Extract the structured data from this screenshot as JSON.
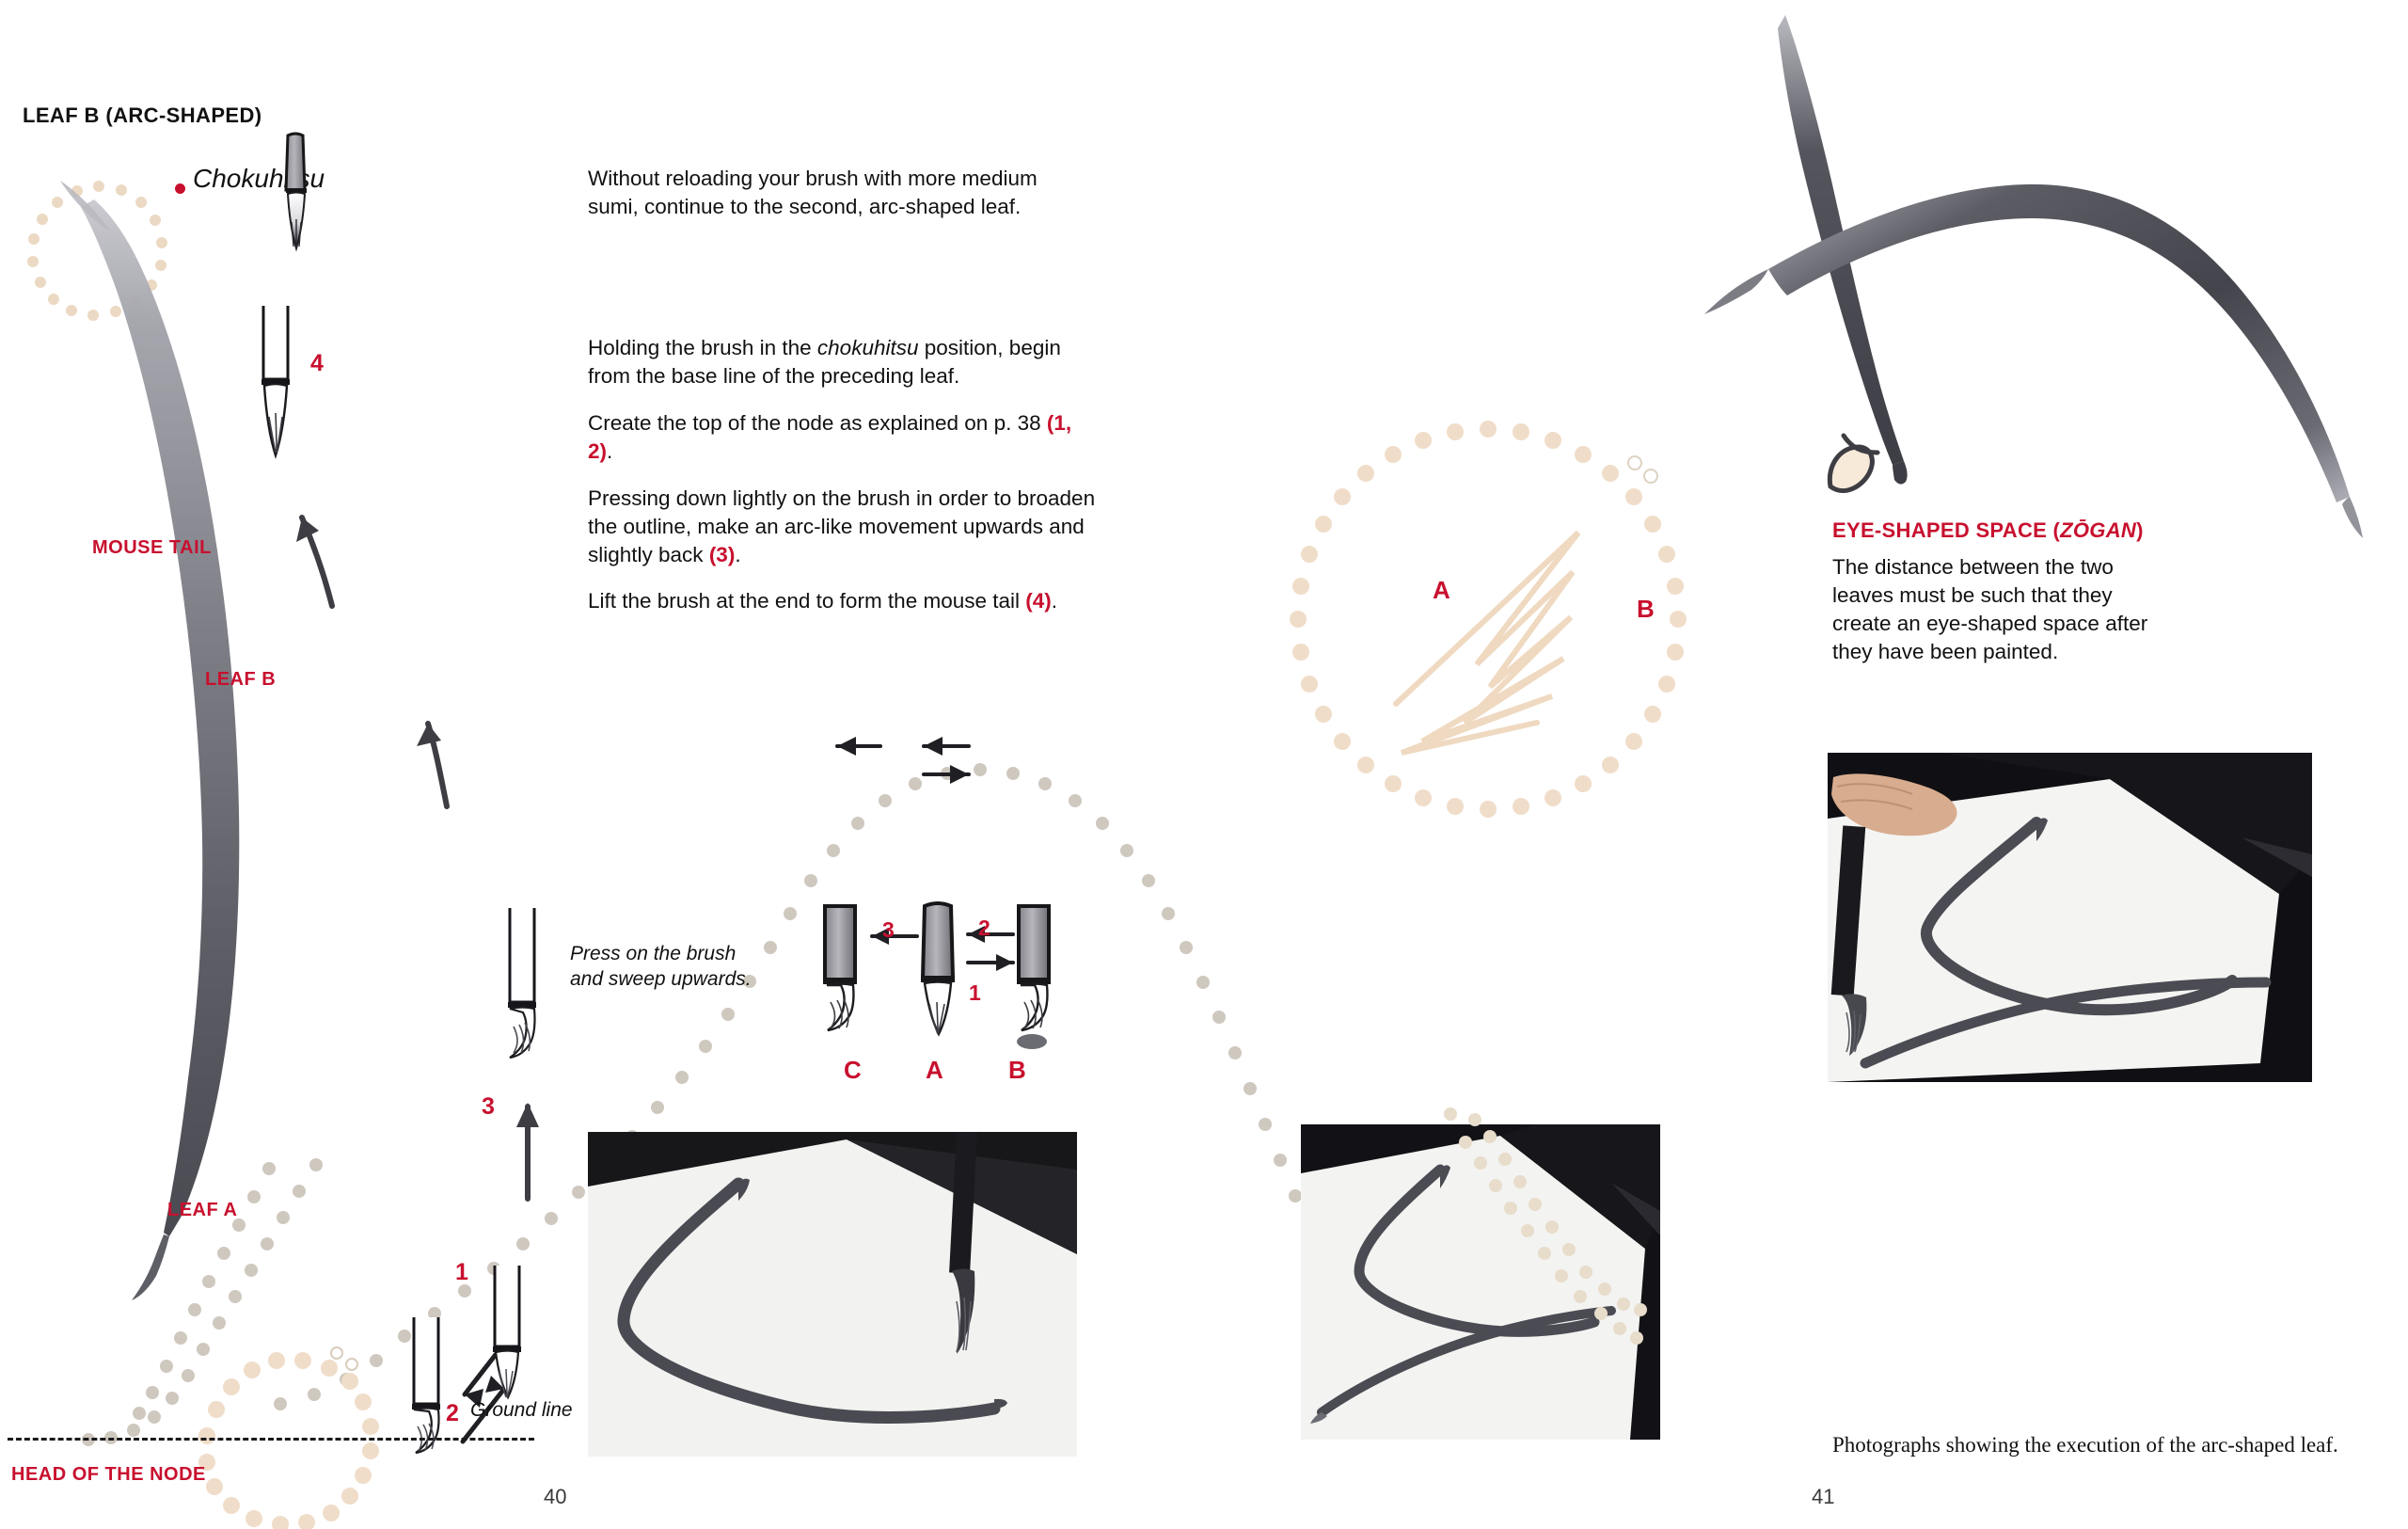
{
  "spread": {
    "left_page_number": "40",
    "right_page_number": "41"
  },
  "left_page": {
    "section_title": "LEAF B (ARC-SHAPED)",
    "bullet_term": "Chokuhitsu",
    "intro_paragraph": "Without reloading your brush with more medium sumi, continue to the second, arc-shaped leaf.",
    "steps": {
      "p1_a": "Holding the brush in the ",
      "p1_em": "chokuhitsu",
      "p1_b": " position, begin from the base line of the preceding leaf.",
      "p2_a": "Create the top of the node as explained on p. 38 ",
      "p2_red": "(1, 2)",
      "p2_b": ".",
      "p3_a": "Pressing down lightly on the brush in order to broaden the outline, make an arc-like movement upwards and slightly back ",
      "p3_red": "(3)",
      "p3_b": ".",
      "p4_a": "Lift the brush at the end to form the mouse tail ",
      "p4_red": "(4)",
      "p4_b": "."
    },
    "labels": {
      "mouse_tail": "MOUSE TAIL",
      "leaf_b": "LEAF B",
      "leaf_a": "LEAF A",
      "head_of_node": "HEAD OF THE NODE",
      "ground_line": "Ground line"
    },
    "stroke_numbers": {
      "n1": "1",
      "n2": "2",
      "n3": "3",
      "n4": "4"
    },
    "press_note": {
      "line1": "Press on the brush",
      "line2": "and sweep upwards."
    },
    "brush_sequence": {
      "arrow_1": "1",
      "arrow_2": "2",
      "arrow_3": "3",
      "label_c": "C",
      "label_a": "A",
      "label_b": "B"
    }
  },
  "right_page": {
    "detail_circle": {
      "label_a": "A",
      "label_b": "B"
    },
    "eye_section": {
      "title": "EYE-SHAPED SPACE (ZŌGAN)",
      "title_plain": "EYE-SHAPED SPACE (",
      "title_italic": "ZŌGAN",
      "title_close": ")",
      "body": "The distance between the two leaves must be such that they create an eye-shaped space after they have been painted."
    },
    "photo_caption": "Photographs showing the execution of the arc-shaped leaf."
  },
  "colors": {
    "accent_red": "#c8102e",
    "ink_dark": "#3b3b3f",
    "ink_mid": "#6e6e74",
    "ink_light": "#9b9ba1",
    "dot_beige": "#ecd9c3",
    "dot_gray": "#cfc8bf",
    "paper": "#ffffff"
  }
}
